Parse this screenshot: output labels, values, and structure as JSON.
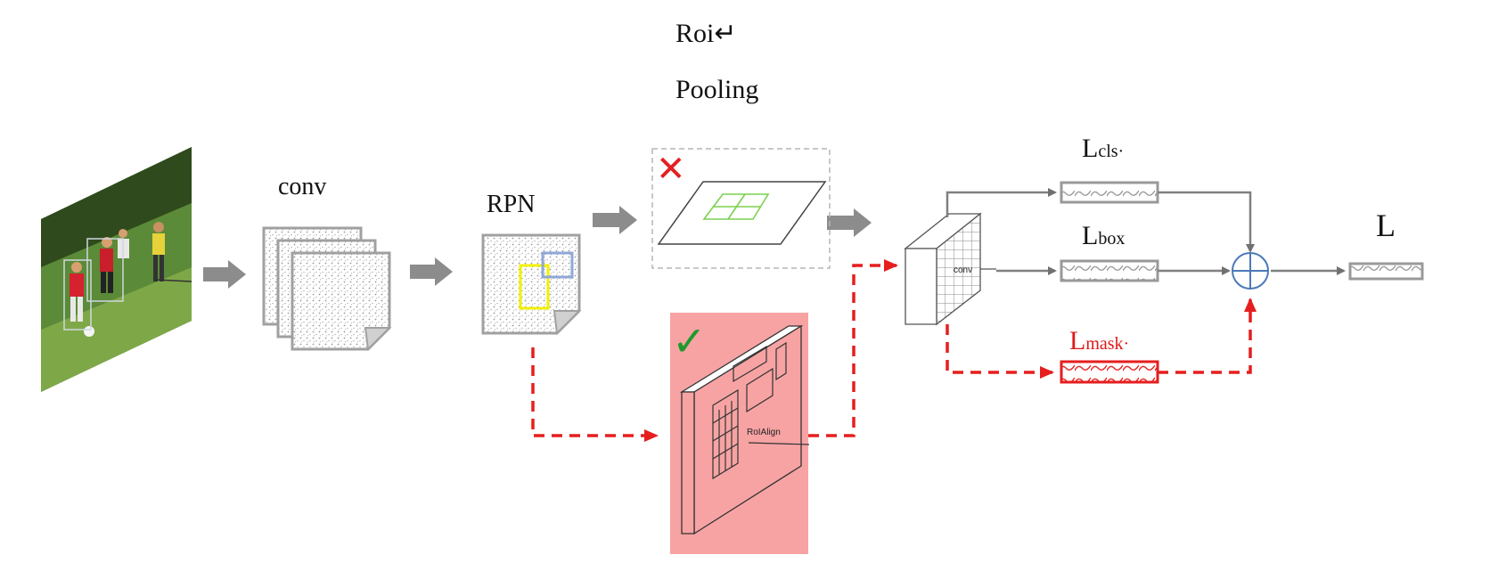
{
  "labels": {
    "roi_line1": "Roi↵",
    "roi_line2": "Pooling",
    "conv": "conv",
    "rpn": "RPN",
    "conv_small": "conv",
    "roialign": "RoIAlign",
    "loss_total": "L"
  },
  "losses": {
    "cls": {
      "main": "L",
      "sub": "cls·"
    },
    "box": {
      "main": "L",
      "sub": "box"
    },
    "mask": {
      "main": "L",
      "sub": "mask·"
    }
  },
  "marks": {
    "rejected": "✕",
    "accepted": "✓"
  },
  "colors": {
    "gray_arrow": "#8c8c8c",
    "red_dashed": "#e61e1e",
    "highlight": "#f7a3a3",
    "grid_green": "#7bd14f",
    "plus_blue": "#4a7ab8",
    "proposal_yellow": "#f2f000",
    "proposal_blue": "#8fa8d8"
  }
}
